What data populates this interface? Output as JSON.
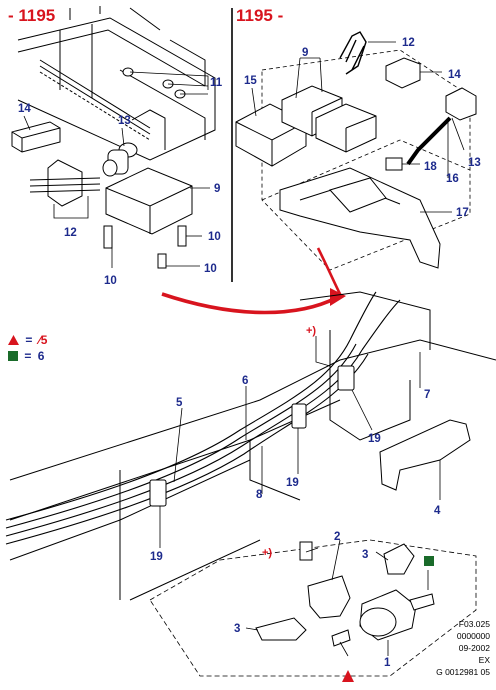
{
  "headers": {
    "left": "- 1195",
    "right": "1195 -"
  },
  "legend": [
    {
      "marker": "red-triangle",
      "equals": "=",
      "value": "⁄5",
      "color": "#d8141e"
    },
    {
      "marker": "green-square",
      "equals": "=",
      "value": "6",
      "color": "#1a6b2a"
    }
  ],
  "callouts": {
    "c1": "1",
    "c2": "2",
    "c3a": "3",
    "c3b": "3",
    "c4": "4",
    "c5": "5",
    "c6": "6",
    "c7": "7",
    "c8": "8",
    "c9a": "9",
    "c9b": "9",
    "c10a": "10",
    "c10b": "10",
    "c10c": "10",
    "c11": "11",
    "c12a": "12",
    "c12b": "12",
    "c13a": "13",
    "c13b": "13",
    "c14a": "14",
    "c14b": "14",
    "c15": "15",
    "c16": "16",
    "c17": "17",
    "c18": "18",
    "c19a": "19",
    "c19b": "19",
    "c19c": "19",
    "plusA": "+)",
    "plusB": "+)"
  },
  "reference": [
    "F03.025",
    "0000000",
    "09-2002",
    "EX",
    "G 0012981 05"
  ],
  "colors": {
    "accent_red": "#d8141e",
    "label_blue": "#1d2a8c",
    "marker_green": "#1a6b2a"
  }
}
